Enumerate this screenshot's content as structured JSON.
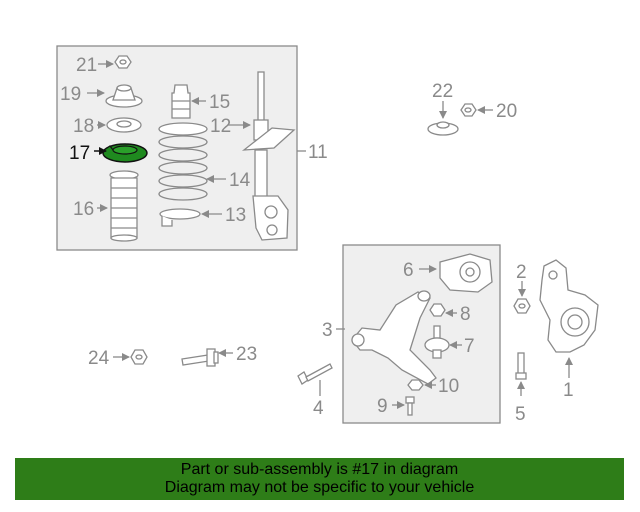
{
  "diagram": {
    "highlight_color": "#1f8a1f",
    "callouts": {
      "c1": "1",
      "c2": "2",
      "c3": "3",
      "c4": "4",
      "c5": "5",
      "c6": "6",
      "c7": "7",
      "c8": "8",
      "c9": "9",
      "c10": "10",
      "c11": "11",
      "c12": "12",
      "c13": "13",
      "c14": "14",
      "c15": "15",
      "c16": "16",
      "c17": "17",
      "c18": "18",
      "c19": "19",
      "c20": "20",
      "c21": "21",
      "c22": "22",
      "c23": "23",
      "c24": "24"
    }
  },
  "banner": {
    "line1": "Part or sub-assembly is #17 in diagram",
    "line2": "Diagram may not be specific to your vehicle",
    "background": "#2e7d18"
  }
}
